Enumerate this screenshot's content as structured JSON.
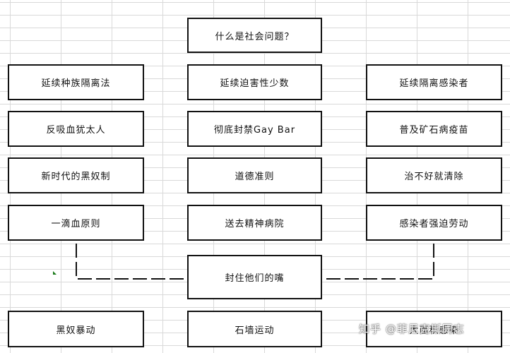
{
  "title": "什么是社会问题？",
  "left": [
    "延续种族隔离法",
    "反吸血犹太人",
    "新时代的黑奴制",
    "一滴血原则"
  ],
  "middle": [
    "延续迫害性少数",
    "彻底封禁Gay Bar",
    "道德准则",
    "送去精神病院"
  ],
  "right": [
    "延续隔离感染者",
    "普及矿石病疫苗",
    "治不好就清除",
    "感染者强迫劳动"
  ],
  "center": "封住他们的嘴",
  "bottom": [
    "黑奴暴动",
    "石墙运动",
    "大面积感染"
  ],
  "watermark": "知乎 @菲尼克斯同志"
}
